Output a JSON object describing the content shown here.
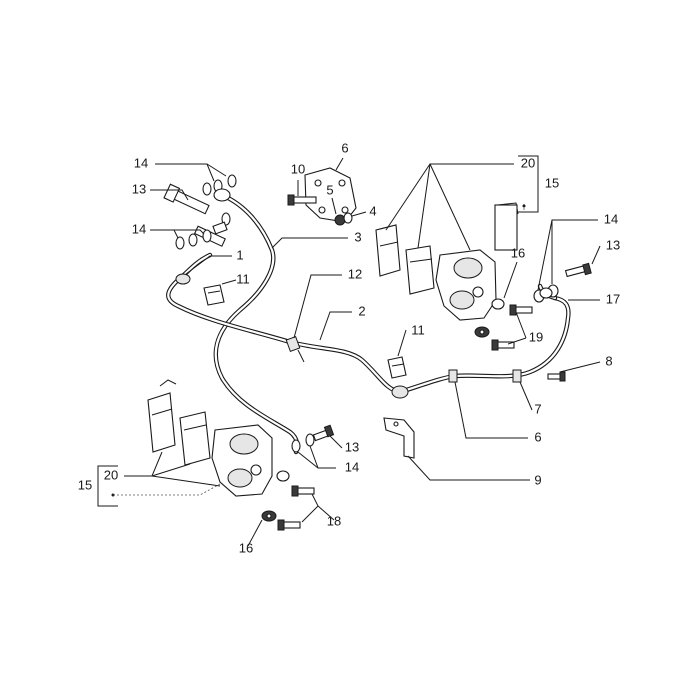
{
  "callouts": [
    {
      "id": "c14a",
      "text": "14"
    },
    {
      "id": "c13a",
      "text": "13"
    },
    {
      "id": "c14b",
      "text": "14"
    },
    {
      "id": "c10",
      "text": "10"
    },
    {
      "id": "c6a",
      "text": "6"
    },
    {
      "id": "c5",
      "text": "5"
    },
    {
      "id": "c4",
      "text": "4"
    },
    {
      "id": "c3",
      "text": "3"
    },
    {
      "id": "c1",
      "text": "1"
    },
    {
      "id": "c11a",
      "text": "11"
    },
    {
      "id": "c12",
      "text": "12"
    },
    {
      "id": "c2",
      "text": "2"
    },
    {
      "id": "c11b",
      "text": "11"
    },
    {
      "id": "c20a",
      "text": "20"
    },
    {
      "id": "c15a",
      "text": "15"
    },
    {
      "id": "c16a",
      "text": "16"
    },
    {
      "id": "c19",
      "text": "19"
    },
    {
      "id": "c14c",
      "text": "14"
    },
    {
      "id": "c13b",
      "text": "13"
    },
    {
      "id": "c17",
      "text": "17"
    },
    {
      "id": "c8",
      "text": "8"
    },
    {
      "id": "c7",
      "text": "7"
    },
    {
      "id": "c6b",
      "text": "6"
    },
    {
      "id": "c9",
      "text": "9"
    },
    {
      "id": "c13c",
      "text": "13"
    },
    {
      "id": "c14d",
      "text": "14"
    },
    {
      "id": "c20b",
      "text": "20"
    },
    {
      "id": "c15b",
      "text": "15"
    },
    {
      "id": "c18",
      "text": "18"
    },
    {
      "id": "c16b",
      "text": "16"
    }
  ]
}
